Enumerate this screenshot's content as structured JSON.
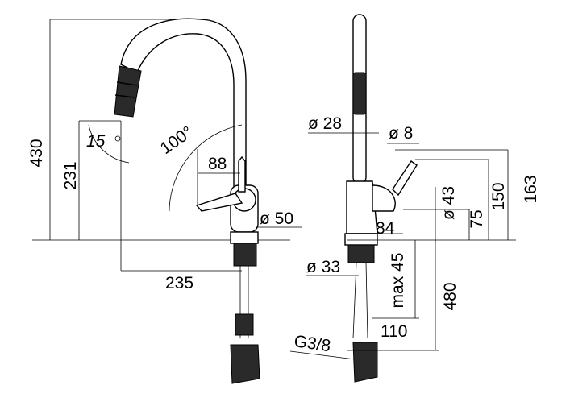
{
  "dimensions": {
    "height_total": "430",
    "height_spout": "231",
    "spout_tilt": "15",
    "degree_mark": "°",
    "swivel": "100°",
    "handle_reach": "88",
    "base_diameter": "ø 50",
    "reach": "235",
    "spout_diameter": "ø 28",
    "handle_stem_diameter": "ø 8",
    "body_diameter": "ø 43",
    "lever_height": "75",
    "lever_top_height": "150",
    "lever_total_height": "163",
    "depth": "84",
    "hole_diameter": "ø 33",
    "max_deck": "max 45",
    "hose_length": "480",
    "hose_offset": "110",
    "connection": "G3/8"
  },
  "colors": {
    "line": "#000000",
    "fill": "#2a2a2a",
    "background": "#ffffff"
  }
}
